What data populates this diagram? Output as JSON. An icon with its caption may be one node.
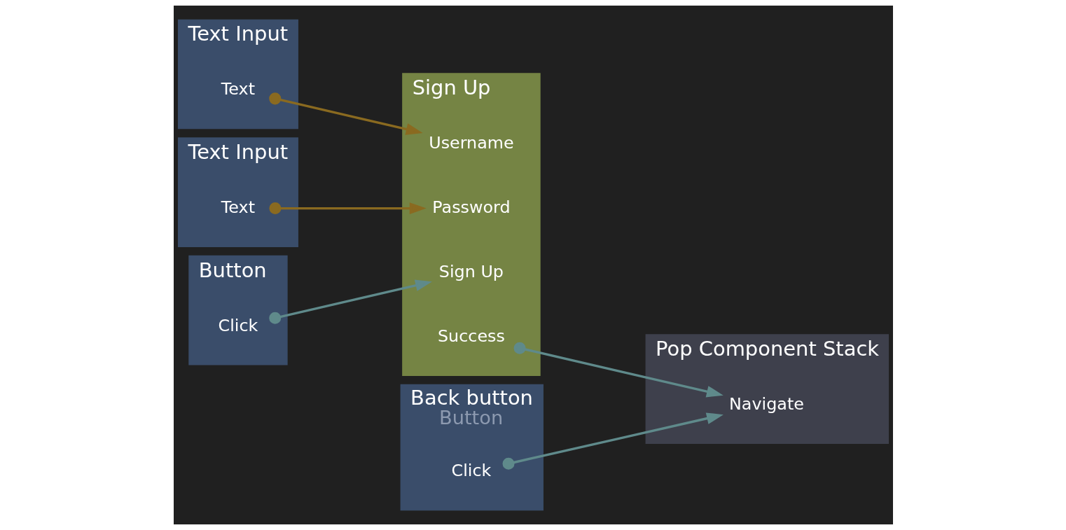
{
  "diagram": {
    "nodes": [
      {
        "text": [
          "Text Input"
        ]
      },
      {
        "text": [
          "Text"
        ],
        "in": 0
      },
      {
        "text": [
          "Text Input"
        ]
      },
      {
        "text": [
          "Text"
        ],
        "in": 2
      },
      {
        "text": [
          "Button"
        ]
      },
      {
        "text": [
          "Click"
        ],
        "in": 4
      },
      {
        "text": [
          "Back button",
          "Button"
        ]
      },
      {
        "text": [
          "Click"
        ],
        "in": 6
      },
      {
        "text": [
          "Sign Up"
        ]
      },
      {
        "text": [
          "Username"
        ],
        "in": 8
      },
      {
        "text": [
          "Password"
        ],
        "in": 8
      },
      {
        "text": [
          "Sign Up"
        ],
        "in": 8
      },
      {
        "text": [
          "Success"
        ],
        "in": 8
      },
      {
        "text": [
          "Pop Component Stack"
        ]
      },
      {
        "text": [
          "Navigate"
        ],
        "in": 13
      }
    ],
    "edges": [
      {
        "from": 1,
        "to": 9,
        "arrow": "to",
        "color": "#8a6a20"
      },
      {
        "from": 3,
        "to": 10,
        "arrow": "to",
        "color": "#8a6a20"
      },
      {
        "from": 5,
        "to": 11,
        "arrow": "to",
        "color": "#5f8a8b"
      },
      {
        "from": 12,
        "to": 14,
        "arrow": "to",
        "color": "#5f8a8b"
      },
      {
        "from": 7,
        "to": 14,
        "arrow": "to",
        "color": "#5f8a8b"
      }
    ]
  }
}
